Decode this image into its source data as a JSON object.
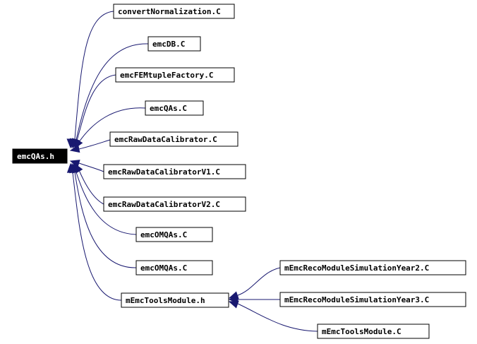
{
  "diagram": {
    "colors": {
      "edge": "#191970",
      "root_fill": "#000000",
      "root_text": "#ffffff",
      "node_fill": "#ffffff",
      "node_border": "#000000"
    },
    "root": "emcQAs.h",
    "nodes": [
      {
        "id": "emcQAs_h",
        "label": "emcQAs.h",
        "root": true
      },
      {
        "id": "convertNormalization_C",
        "label": "convertNormalization.C"
      },
      {
        "id": "emcDB_C",
        "label": "emcDB.C"
      },
      {
        "id": "emcFEMtupleFactory_C",
        "label": "emcFEMtupleFactory.C"
      },
      {
        "id": "emcQAs_C",
        "label": "emcQAs.C"
      },
      {
        "id": "emcRawDataCalibrator_C",
        "label": "emcRawDataCalibrator.C"
      },
      {
        "id": "emcRawDataCalibratorV1_C",
        "label": "emcRawDataCalibratorV1.C"
      },
      {
        "id": "emcRawDataCalibratorV2_C",
        "label": "emcRawDataCalibratorV2.C"
      },
      {
        "id": "emcOMQAs_C_1",
        "label": "emcOMQAs.C"
      },
      {
        "id": "emcOMQAs_C_2",
        "label": "emcOMQAs.C"
      },
      {
        "id": "mEmcToolsModule_h",
        "label": "mEmcToolsModule.h"
      },
      {
        "id": "mEmcRecoModuleSimulationYear2_C",
        "label": "mEmcRecoModuleSimulationYear2.C"
      },
      {
        "id": "mEmcRecoModuleSimulationYear3_C",
        "label": "mEmcRecoModuleSimulationYear3.C"
      },
      {
        "id": "mEmcToolsModule_C",
        "label": "mEmcToolsModule.C"
      }
    ],
    "edges": [
      {
        "from": "convertNormalization_C",
        "to": "emcQAs_h"
      },
      {
        "from": "emcDB_C",
        "to": "emcQAs_h"
      },
      {
        "from": "emcFEMtupleFactory_C",
        "to": "emcQAs_h"
      },
      {
        "from": "emcQAs_C",
        "to": "emcQAs_h"
      },
      {
        "from": "emcRawDataCalibrator_C",
        "to": "emcQAs_h"
      },
      {
        "from": "emcRawDataCalibratorV1_C",
        "to": "emcQAs_h"
      },
      {
        "from": "emcRawDataCalibratorV2_C",
        "to": "emcQAs_h"
      },
      {
        "from": "emcOMQAs_C_1",
        "to": "emcQAs_h"
      },
      {
        "from": "emcOMQAs_C_2",
        "to": "emcQAs_h"
      },
      {
        "from": "mEmcToolsModule_h",
        "to": "emcQAs_h"
      },
      {
        "from": "mEmcRecoModuleSimulationYear2_C",
        "to": "mEmcToolsModule_h"
      },
      {
        "from": "mEmcRecoModuleSimulationYear3_C",
        "to": "mEmcToolsModule_h"
      },
      {
        "from": "mEmcToolsModule_C",
        "to": "mEmcToolsModule_h"
      }
    ]
  }
}
